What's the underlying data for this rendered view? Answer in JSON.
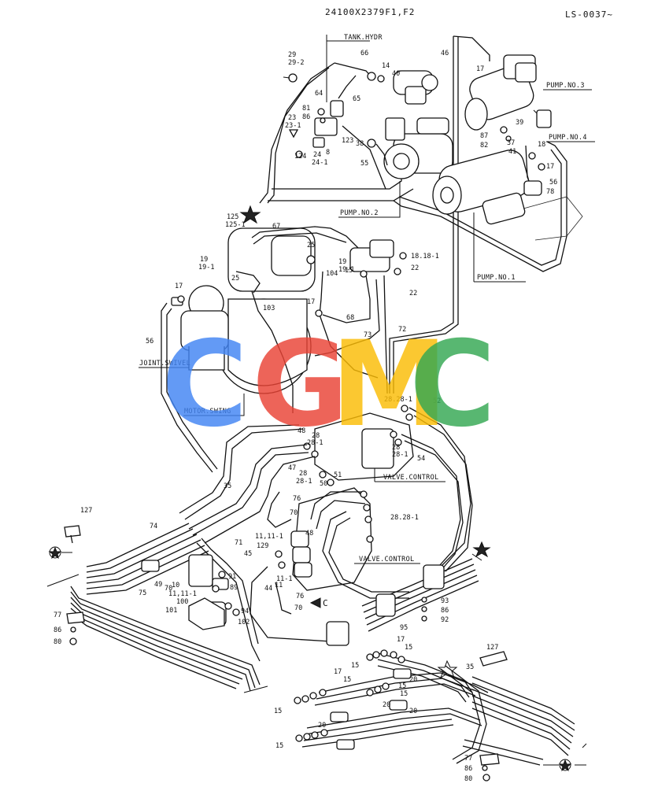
{
  "header": {
    "drawing_number": "24100X2379F1,F2",
    "sheet_code": "LS-0037~"
  },
  "captions": {
    "tank_hydr": "TANK.HYDR",
    "pump_no3": "PUMP.NO.3",
    "pump_no4": "PUMP.NO.4",
    "pump_no2": "PUMP.NO.2",
    "pump_no1": "PUMP.NO.1",
    "joint_swivel": "JOINT.SWIVEL",
    "motor_swing": "MOTOR.SWING",
    "valve_control_1": "VALVE.CONTROL",
    "valve_control_2": "VALVE.CONTROL",
    "view_c": "C"
  },
  "watermark": {
    "letters": [
      "C",
      "G",
      "M",
      "C"
    ],
    "colors": [
      "#4285f4",
      "#ea4335",
      "#fbbc05",
      "#34a853"
    ]
  },
  "parts": {
    "p29": "29",
    "p29_2": "29-2",
    "p66a": "66",
    "p14": "14",
    "p40": "40",
    "p46": "46",
    "p17a": "17",
    "p81": "81",
    "p86a": "86",
    "p64": "64",
    "p65": "65",
    "p23": "23",
    "p23_1": "23-1",
    "p123": "123",
    "p124": "124",
    "p24": "24",
    "p24_1": "24-1",
    "p8": "8",
    "p38": "38",
    "p55": "55",
    "p87": "87",
    "p82": "82",
    "p37": "37",
    "p41": "41",
    "p39": "39",
    "p18a": "18",
    "p17b": "17",
    "p56a": "56",
    "p78": "78",
    "p125": "125",
    "p125_1": "125-1",
    "p67": "67",
    "p25a": "25",
    "p19a": "19",
    "p19_1a": "19-1",
    "p25b": "25",
    "p19b": "19",
    "p19_1b": "19-1",
    "p15a": "15",
    "p18b": "18.18-1",
    "p22a": "22",
    "p22b": "22",
    "p104": "104",
    "p17c": "17",
    "p103": "103",
    "p17d": "17",
    "p68": "68",
    "p72": "72",
    "p73": "73",
    "p56b": "56",
    "p28a": "28.28-1",
    "p52": "52",
    "p48a": "48",
    "p28b": "28",
    "p28_1a": "28-1",
    "p28c": "28",
    "p28_1b": "28-1",
    "p54": "54",
    "p47": "47",
    "p28d": "28",
    "p28_1c": "28-1",
    "p51": "51",
    "p50": "50",
    "p35a": "35",
    "p76a": "76",
    "p70a": "70",
    "p28e": "28.28-1",
    "p127a": "127",
    "p74": "74",
    "p71": "71",
    "p11a": "11,11-1",
    "p129": "129",
    "p48b": "48",
    "p45": "45",
    "p11b": "11-1",
    "p11c": "11",
    "p44": "44",
    "p76b": "76",
    "p70b": "70",
    "p49": "49",
    "p70c": "70",
    "p10": "10",
    "p11d": "11,11-1",
    "p100": "100",
    "p91": "91",
    "p89": "89",
    "p75": "75",
    "p77a": "77",
    "p86b": "86",
    "p80a": "80",
    "p101": "101",
    "p94": "94",
    "p102": "102",
    "p93": "93",
    "p86c": "86",
    "p92": "92",
    "p95": "95",
    "p17e": "17",
    "p15b": "15",
    "p15c": "15",
    "p127b": "127",
    "p35b": "35",
    "p17f": "17",
    "p15d": "15",
    "p20a": "20",
    "p15e": "15",
    "p20b": "20",
    "p20c": "20",
    "p15f": "15",
    "p15g": "15",
    "p20d": "20",
    "p15h": "15",
    "p77b": "77",
    "p86d": "86",
    "p80b": "80"
  }
}
